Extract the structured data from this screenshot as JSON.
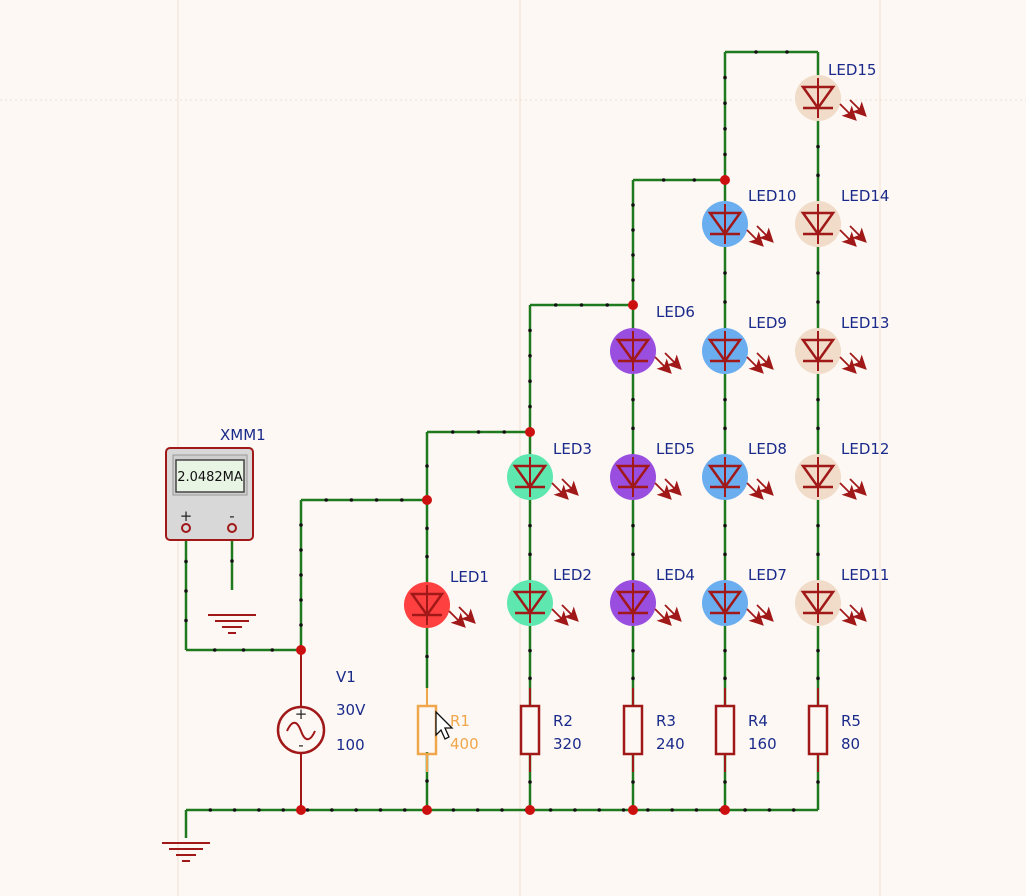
{
  "colors": {
    "background": "#fdf8f4",
    "grid": "#f1dfd4",
    "wire": "#1f7a1f",
    "component": "#a01818",
    "label": "#1a2a8a",
    "selected": "#f0a64a",
    "led_red": "#ff4040",
    "led_green": "#5ee8b0",
    "led_purple": "#9a4ee0",
    "led_blue": "#6aaef0",
    "led_white": "#f0dcc8"
  },
  "multimeter": {
    "name": "XMM1",
    "reading": "2.0482MA",
    "plus": "+",
    "minus": "-"
  },
  "source": {
    "name": "V1",
    "voltage": "30V",
    "value": "100",
    "plus": "+",
    "minus": "-"
  },
  "resistors": [
    {
      "name": "R1",
      "value": "400",
      "selected": true
    },
    {
      "name": "R2",
      "value": "320",
      "selected": false
    },
    {
      "name": "R3",
      "value": "240",
      "selected": false
    },
    {
      "name": "R4",
      "value": "160",
      "selected": false
    },
    {
      "name": "R5",
      "value": "80",
      "selected": false
    }
  ],
  "leds": [
    {
      "name": "LED1",
      "color": "led_red"
    },
    {
      "name": "LED2",
      "color": "led_green"
    },
    {
      "name": "LED3",
      "color": "led_green"
    },
    {
      "name": "LED4",
      "color": "led_purple"
    },
    {
      "name": "LED5",
      "color": "led_purple"
    },
    {
      "name": "LED6",
      "color": "led_purple"
    },
    {
      "name": "LED7",
      "color": "led_blue"
    },
    {
      "name": "LED8",
      "color": "led_blue"
    },
    {
      "name": "LED9",
      "color": "led_blue"
    },
    {
      "name": "LED10",
      "color": "led_blue"
    },
    {
      "name": "LED11",
      "color": "led_white"
    },
    {
      "name": "LED12",
      "color": "led_white"
    },
    {
      "name": "LED13",
      "color": "led_white"
    },
    {
      "name": "LED14",
      "color": "led_white"
    },
    {
      "name": "LED15",
      "color": "led_white"
    }
  ]
}
